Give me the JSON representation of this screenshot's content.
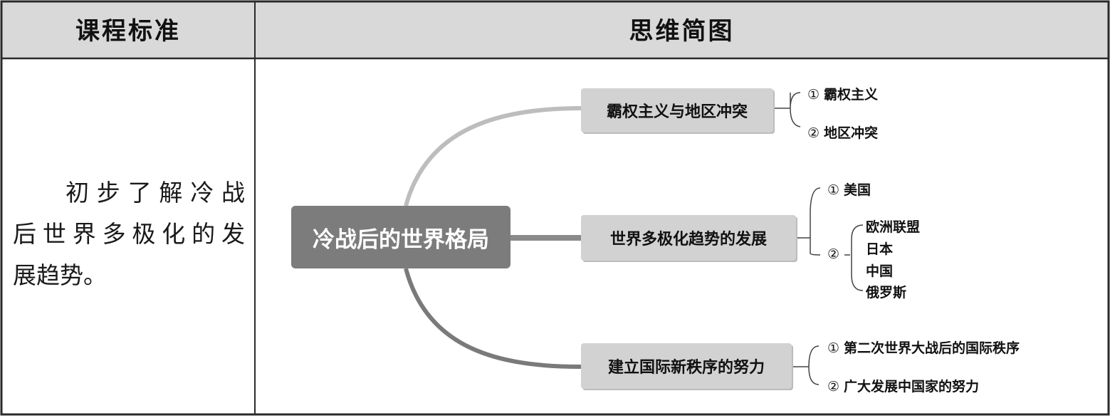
{
  "table": {
    "header_left": "课程标准",
    "header_right": "思维简图",
    "standard_lines": [
      "初步了解冷战",
      "后世界多极化的发",
      "展趋势。"
    ]
  },
  "mindmap": {
    "root": "冷战后的世界格局",
    "branches": [
      {
        "label": "霸权主义与地区冲突",
        "items": [
          {
            "num": "①",
            "text": "霸权主义"
          },
          {
            "num": "②",
            "text": "地区冲突"
          }
        ]
      },
      {
        "label": "世界多极化趋势的发展",
        "items": [
          {
            "num": "①",
            "text": "美国"
          }
        ],
        "group_num": "②",
        "group_items": [
          "欧洲联盟",
          "日本",
          "中国",
          "俄罗斯"
        ]
      },
      {
        "label": "建立国际新秩序的努力",
        "items": [
          {
            "num": "①",
            "text": "第二次世界大战后的国际秩序"
          },
          {
            "num": "②",
            "text": "广大发展中国家的努力"
          }
        ]
      }
    ]
  },
  "colors": {
    "root_fill": "#7c7c7c",
    "branch_fill": "#d2d2d2",
    "header_fill": "#d9d9d9",
    "border": "#2a2a2a"
  }
}
